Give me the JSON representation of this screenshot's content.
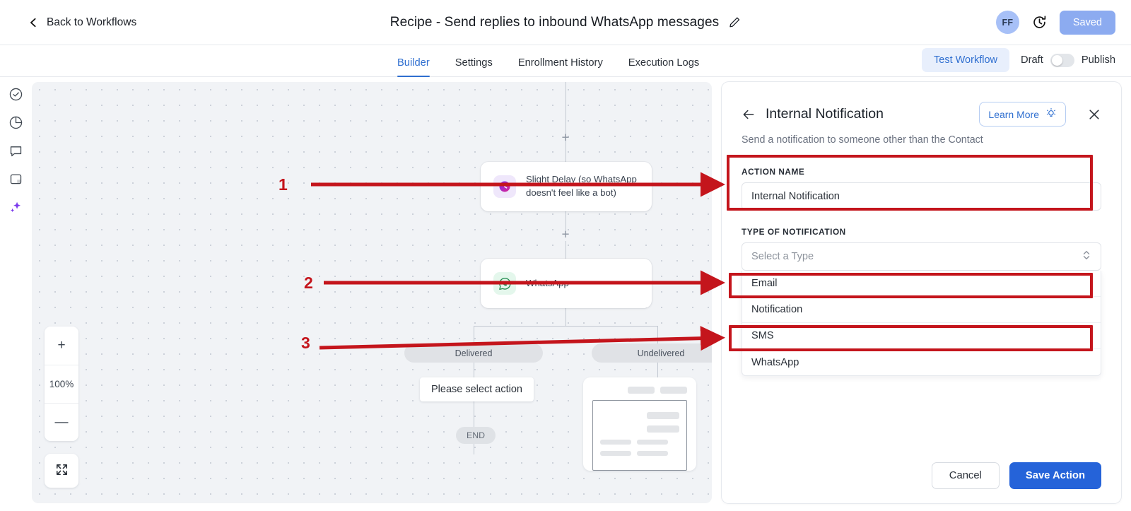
{
  "header": {
    "back_label": "Back to Workflows",
    "doc_title": "Recipe - Send replies to inbound WhatsApp messages",
    "avatar_initials": "FF",
    "saved_label": "Saved"
  },
  "tabs": [
    {
      "label": "Builder",
      "active": true
    },
    {
      "label": "Settings",
      "active": false
    },
    {
      "label": "Enrollment History",
      "active": false
    },
    {
      "label": "Execution Logs",
      "active": false
    }
  ],
  "tabbar_right": {
    "test_workflow_label": "Test Workflow",
    "draft_label": "Draft",
    "publish_label": "Publish"
  },
  "rail": {
    "items": [
      {
        "icon": "check-circle-icon"
      },
      {
        "icon": "pie-chart-icon"
      },
      {
        "icon": "comment-icon"
      },
      {
        "icon": "note-icon"
      },
      {
        "icon": "sparkle-icon"
      }
    ]
  },
  "canvas": {
    "nodes": [
      {
        "id": "delay",
        "icon": "clock-icon",
        "label": "Slight Delay (so WhatsApp doesn't feel like a bot)"
      },
      {
        "id": "whatsapp",
        "icon": "whatsapp-icon",
        "label": "WhatsApp",
        "menu": "···"
      }
    ],
    "plus_markers": [
      "+",
      "+"
    ],
    "branches": [
      {
        "label": "Delivered"
      },
      {
        "label": "Undelivered"
      }
    ],
    "tooltip": "Please select action",
    "end_label": "END",
    "zoom": {
      "zoom_in": "+",
      "level": "100%",
      "zoom_out": "—",
      "fit_icon": "fit-screen-icon"
    }
  },
  "panel": {
    "title": "Internal Notification",
    "subtitle": "Send a notification to someone other than the Contact",
    "learn_more_label": "Learn More",
    "action_name_label": "ACTION NAME",
    "action_name_value": "Internal Notification",
    "type_label": "TYPE OF NOTIFICATION",
    "type_placeholder": "Select a Type",
    "type_options": [
      {
        "label": "Email"
      },
      {
        "label": "Notification"
      },
      {
        "label": "SMS"
      },
      {
        "label": "WhatsApp"
      }
    ],
    "cancel_label": "Cancel",
    "save_label": "Save Action"
  },
  "annotations": {
    "numbers": [
      "1",
      "2",
      "3"
    ],
    "color": "#c4151c"
  }
}
